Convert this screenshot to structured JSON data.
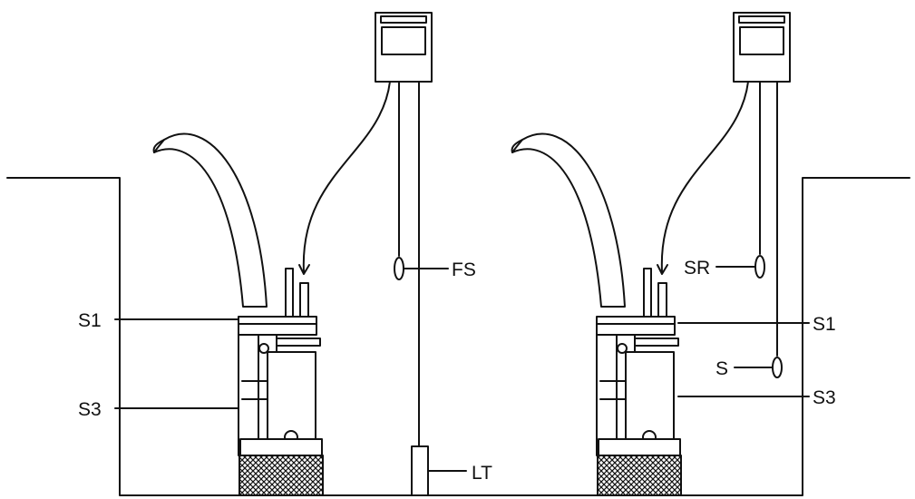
{
  "labels": {
    "left_s1": "S1",
    "left_s3": "S3",
    "fs": "FS",
    "lt": "LT",
    "sr": "SR",
    "right_s1": "S1",
    "s": "S",
    "right_s3": "S3"
  },
  "colors": {
    "line": "#111111",
    "background": "#ffffff",
    "body_fill": "#ffffff"
  }
}
